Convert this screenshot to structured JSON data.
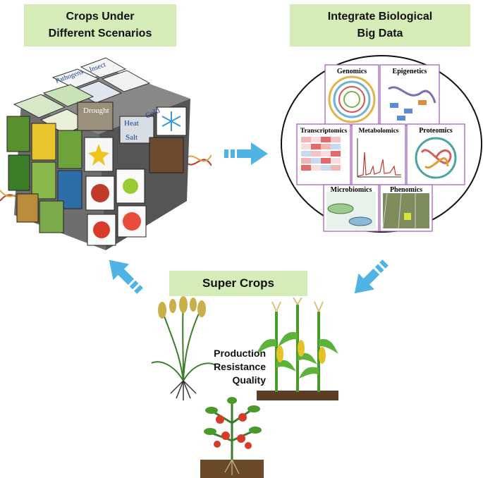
{
  "titles": {
    "left_line1": "Crops Under",
    "left_line2": "Different Scenarios",
    "right_line1": "Integrate Biological",
    "right_line2": "Big Data",
    "bottom": "Super Crops"
  },
  "cube_labels": {
    "pathogens": "Pathogens",
    "insect": "Insect",
    "drought": "Drought",
    "heat": "Heat",
    "salt": "Salt",
    "cold": "Cold"
  },
  "omics": {
    "genomics": "Genomics",
    "epigenetics": "Epigenetics",
    "transcriptomics": "Transcriptomics",
    "metabolomics": "Metabolomics",
    "proteomics": "Proteomics",
    "microbiomics": "Microbiomics",
    "phenomics": "Phenomics"
  },
  "traits": {
    "production": "Production",
    "resistance": "Resistance",
    "quality": "Quality"
  },
  "colors": {
    "label_bg": "#d5ecb8",
    "arrow": "#4fb3e6",
    "panel_border": "#a05ab0"
  },
  "icons": [
    "arrow-right-icon",
    "arrow-down-left-icon",
    "arrow-up-left-icon",
    "snowflake-icon",
    "rice-plant-icon",
    "corn-plant-icon",
    "tomato-plant-icon",
    "dna-helix-icon"
  ]
}
